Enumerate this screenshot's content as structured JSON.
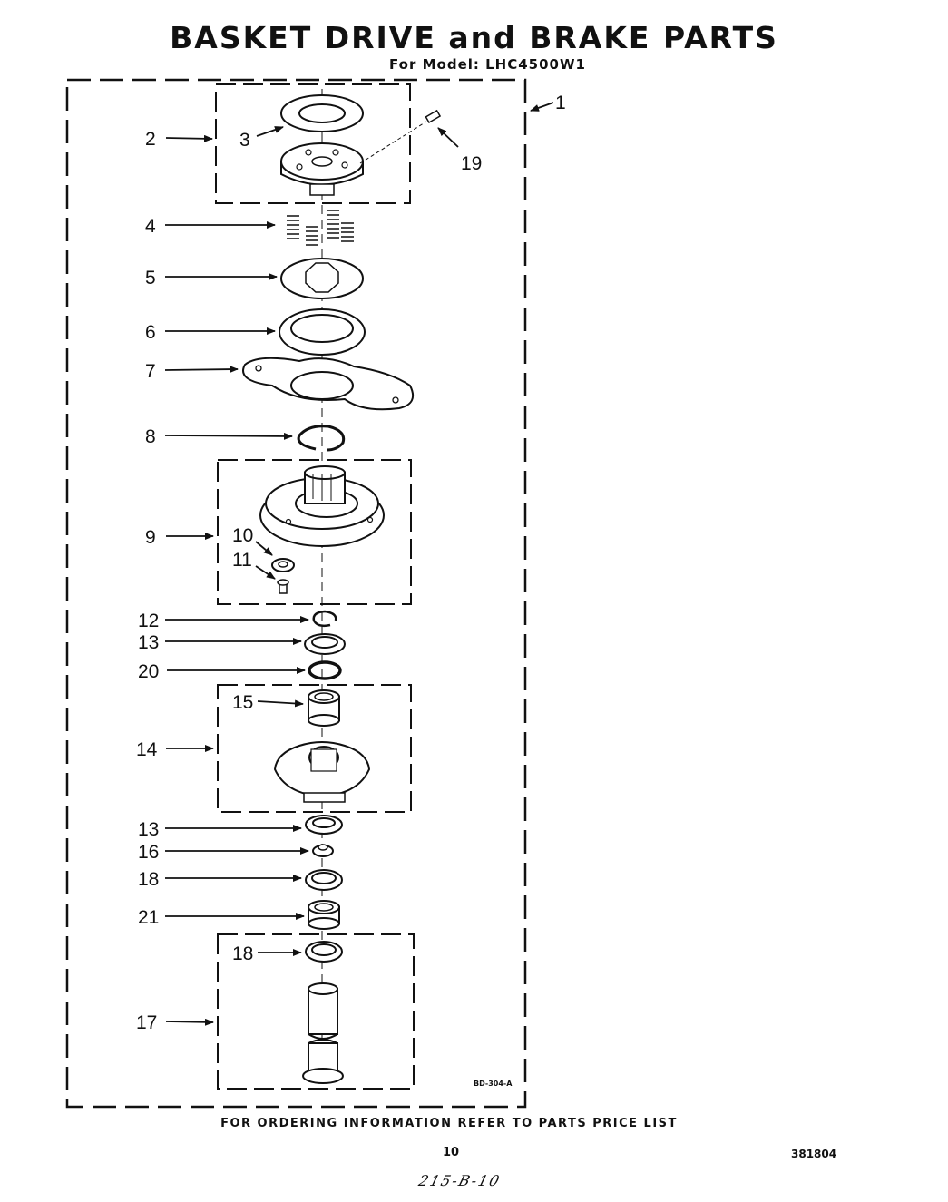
{
  "header": {
    "title": "BASKET DRIVE and BRAKE PARTS",
    "subtitle": "For Model: LHC4500W1"
  },
  "diagram": {
    "code": "BD-304-A",
    "callouts": {
      "c1": "1",
      "c2": "2",
      "c3": "3",
      "c4": "4",
      "c5": "5",
      "c6": "6",
      "c7": "7",
      "c8": "8",
      "c9": "9",
      "c10": "10",
      "c11": "11",
      "c12": "12",
      "c13a": "13",
      "c20": "20",
      "c15": "15",
      "c14": "14",
      "c13b": "13",
      "c16": "16",
      "c18a": "18",
      "c21": "21",
      "c18b": "18",
      "c17": "17",
      "c19": "19"
    }
  },
  "footer": {
    "note": "FOR ORDERING INFORMATION REFER TO PARTS PRICE LIST",
    "page_number": "10",
    "doc_number": "381804",
    "handwritten": "215-B-10"
  }
}
